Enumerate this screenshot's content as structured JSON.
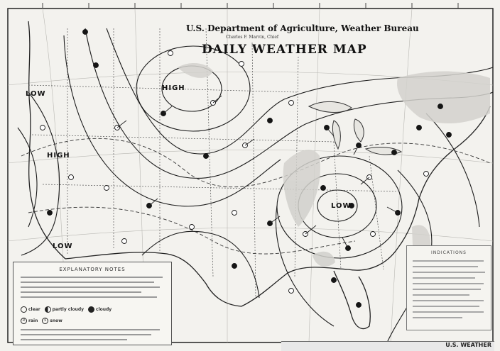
{
  "map": {
    "agency": "U.S. Department of Agriculture, Weather Bureau",
    "chief": "Charles F. Marvin, Chief",
    "title": "DAILY WEATHER MAP",
    "pressure_centers": [
      {
        "label": "LOW"
      },
      {
        "label": "HIGH"
      },
      {
        "label": "HIGH"
      },
      {
        "label": "LOW"
      },
      {
        "label": "LOW"
      }
    ],
    "legend": {
      "title": "EXPLANATORY NOTES",
      "symbols": [
        "clear",
        "partly cloudy",
        "cloudy",
        "rain",
        "snow"
      ]
    },
    "forecast": {
      "title": "INDICATIONS"
    },
    "footer": {
      "text": "U.S. WEATHER"
    }
  }
}
